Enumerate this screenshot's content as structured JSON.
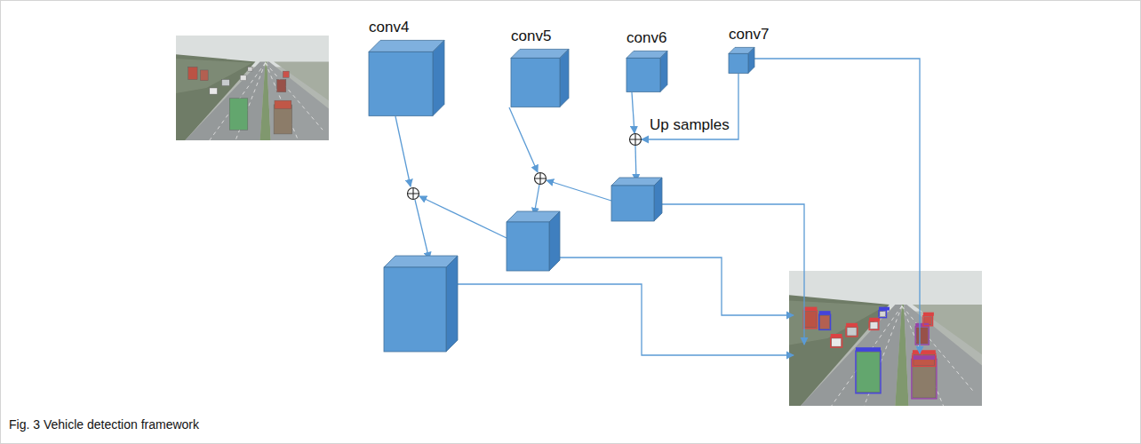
{
  "diagram": {
    "caption": "Fig. 3 Vehicle detection framework",
    "nodes": [
      {
        "text": [
          "conv4"
        ]
      },
      {
        "text": [
          "conv5"
        ]
      },
      {
        "text": [
          "conv6"
        ]
      },
      {
        "text": [
          "conv7"
        ]
      }
    ],
    "labels": [
      "Up samples"
    ]
  }
}
